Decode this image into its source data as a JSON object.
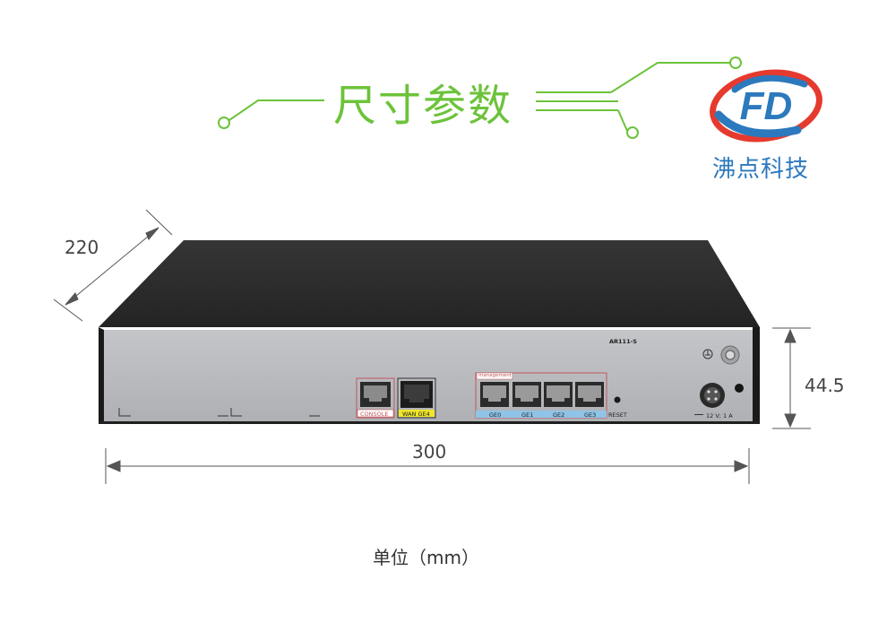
{
  "header": {
    "title": "尺寸参数"
  },
  "brand": {
    "logo_text": "FD",
    "name": "沸点科技"
  },
  "dimensions": {
    "depth": "220",
    "height": "44.5",
    "width": "300",
    "unit": "单位（mm）"
  },
  "device": {
    "model": "AR111-S",
    "ports": {
      "console": "CONSOLE",
      "wan": "WAN GE4",
      "management": "management",
      "lan": [
        "GE0",
        "GE1",
        "GE2",
        "GE3"
      ],
      "reset": "RESET",
      "power": "12 V; 1 A"
    }
  },
  "colors": {
    "accent_green": "#6cc33a",
    "brand_blue": "#2c79bd",
    "brand_red": "#e63a2e"
  }
}
